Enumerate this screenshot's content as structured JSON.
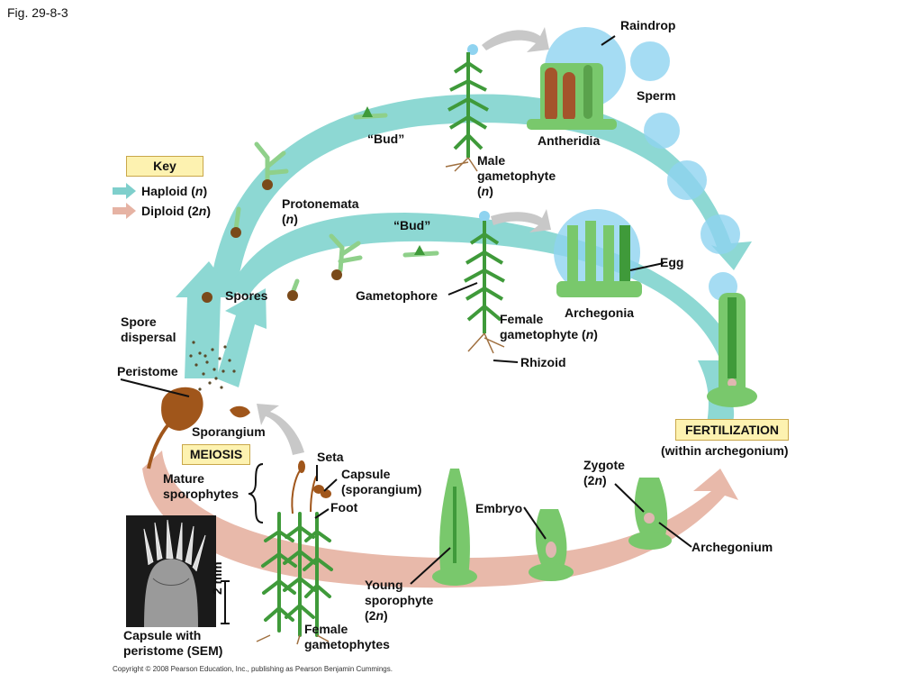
{
  "figure": {
    "fig_label": "Fig. 29-8-3",
    "copyright": "Copyright © 2008 Pearson Education, Inc., publishing as Pearson Benjamin Cummings."
  },
  "key": {
    "title": "Key",
    "haploid": {
      "text": "Haploid (",
      "n": "n",
      "close": ")",
      "color": "#7fcfcc"
    },
    "diploid": {
      "text": "Diploid (2",
      "n": "n",
      "close": ")",
      "color": "#e6b3a4"
    }
  },
  "labels": {
    "raindrop": "Raindrop",
    "sperm": "Sperm",
    "antheridia": "Antheridia",
    "bud_top": "“Bud”",
    "bud_mid": "“Bud”",
    "male_gametophyte": {
      "line1": "Male",
      "line2": "gametophyte",
      "n": "n"
    },
    "protonemata": {
      "line1": "Protonemata",
      "n": "n"
    },
    "egg": "Egg",
    "gametophore": "Gametophore",
    "archegonia": "Archegonia",
    "female_gametophyte": {
      "line1": "Female",
      "line2": "gametophyte (",
      "n": "n",
      "close": ")"
    },
    "rhizoid": "Rhizoid",
    "spores": "Spores",
    "spore_dispersal": "Spore\ndispersal",
    "peristome": "Peristome",
    "sporangium": "Sporangium",
    "meiosis": "MEIOSIS",
    "fertilization": "FERTILIZATION",
    "within_archegonium": "(within archegonium)",
    "seta": "Seta",
    "capsule_sporangium": "Capsule\n(sporangium)",
    "foot": "Foot",
    "mature_sporophytes": "Mature\nsporophytes",
    "zygote": {
      "line1": "Zygote",
      "line2": "(2",
      "n": "n",
      "close": ")"
    },
    "embryo": "Embryo",
    "archegonium": "Archegonium",
    "young_sporophyte": {
      "line1": "Young",
      "line2": "sporophyte",
      "line3": "(2",
      "n": "n",
      "close": ")"
    },
    "scale_bar": "2 mm",
    "capsule_with_peristome": "Capsule with\nperistome (SEM)",
    "female_gametophytes": "Female\ngametophytes"
  },
  "colors": {
    "haploid_band": "#8dd8d3",
    "diploid_band": "#e8b9aa",
    "moss_green": "#3f9a3a",
    "bubble_blue": "#8fd3f0",
    "capsule_brown": "#a0561b"
  }
}
